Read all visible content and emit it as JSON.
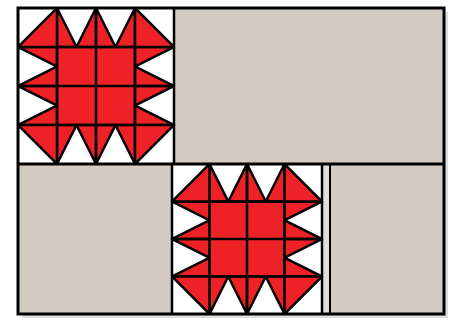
{
  "quilt": {
    "block_name": "",
    "grid": {
      "columns": 2,
      "rows": 2
    },
    "blocks": [
      {
        "kind": "star",
        "row": 0,
        "col": 0
      },
      {
        "kind": "plain",
        "row": 0,
        "col": 1
      },
      {
        "kind": "plain",
        "row": 1,
        "col": 0
      },
      {
        "kind": "star",
        "row": 1,
        "col": 1
      }
    ]
  },
  "colors": {
    "star_fill": "#ee2226",
    "background_fill": "#ffffff",
    "plain_panel_fill": "#d3cbc2",
    "outline": "#000000",
    "shadow": "#c8c8c8"
  }
}
